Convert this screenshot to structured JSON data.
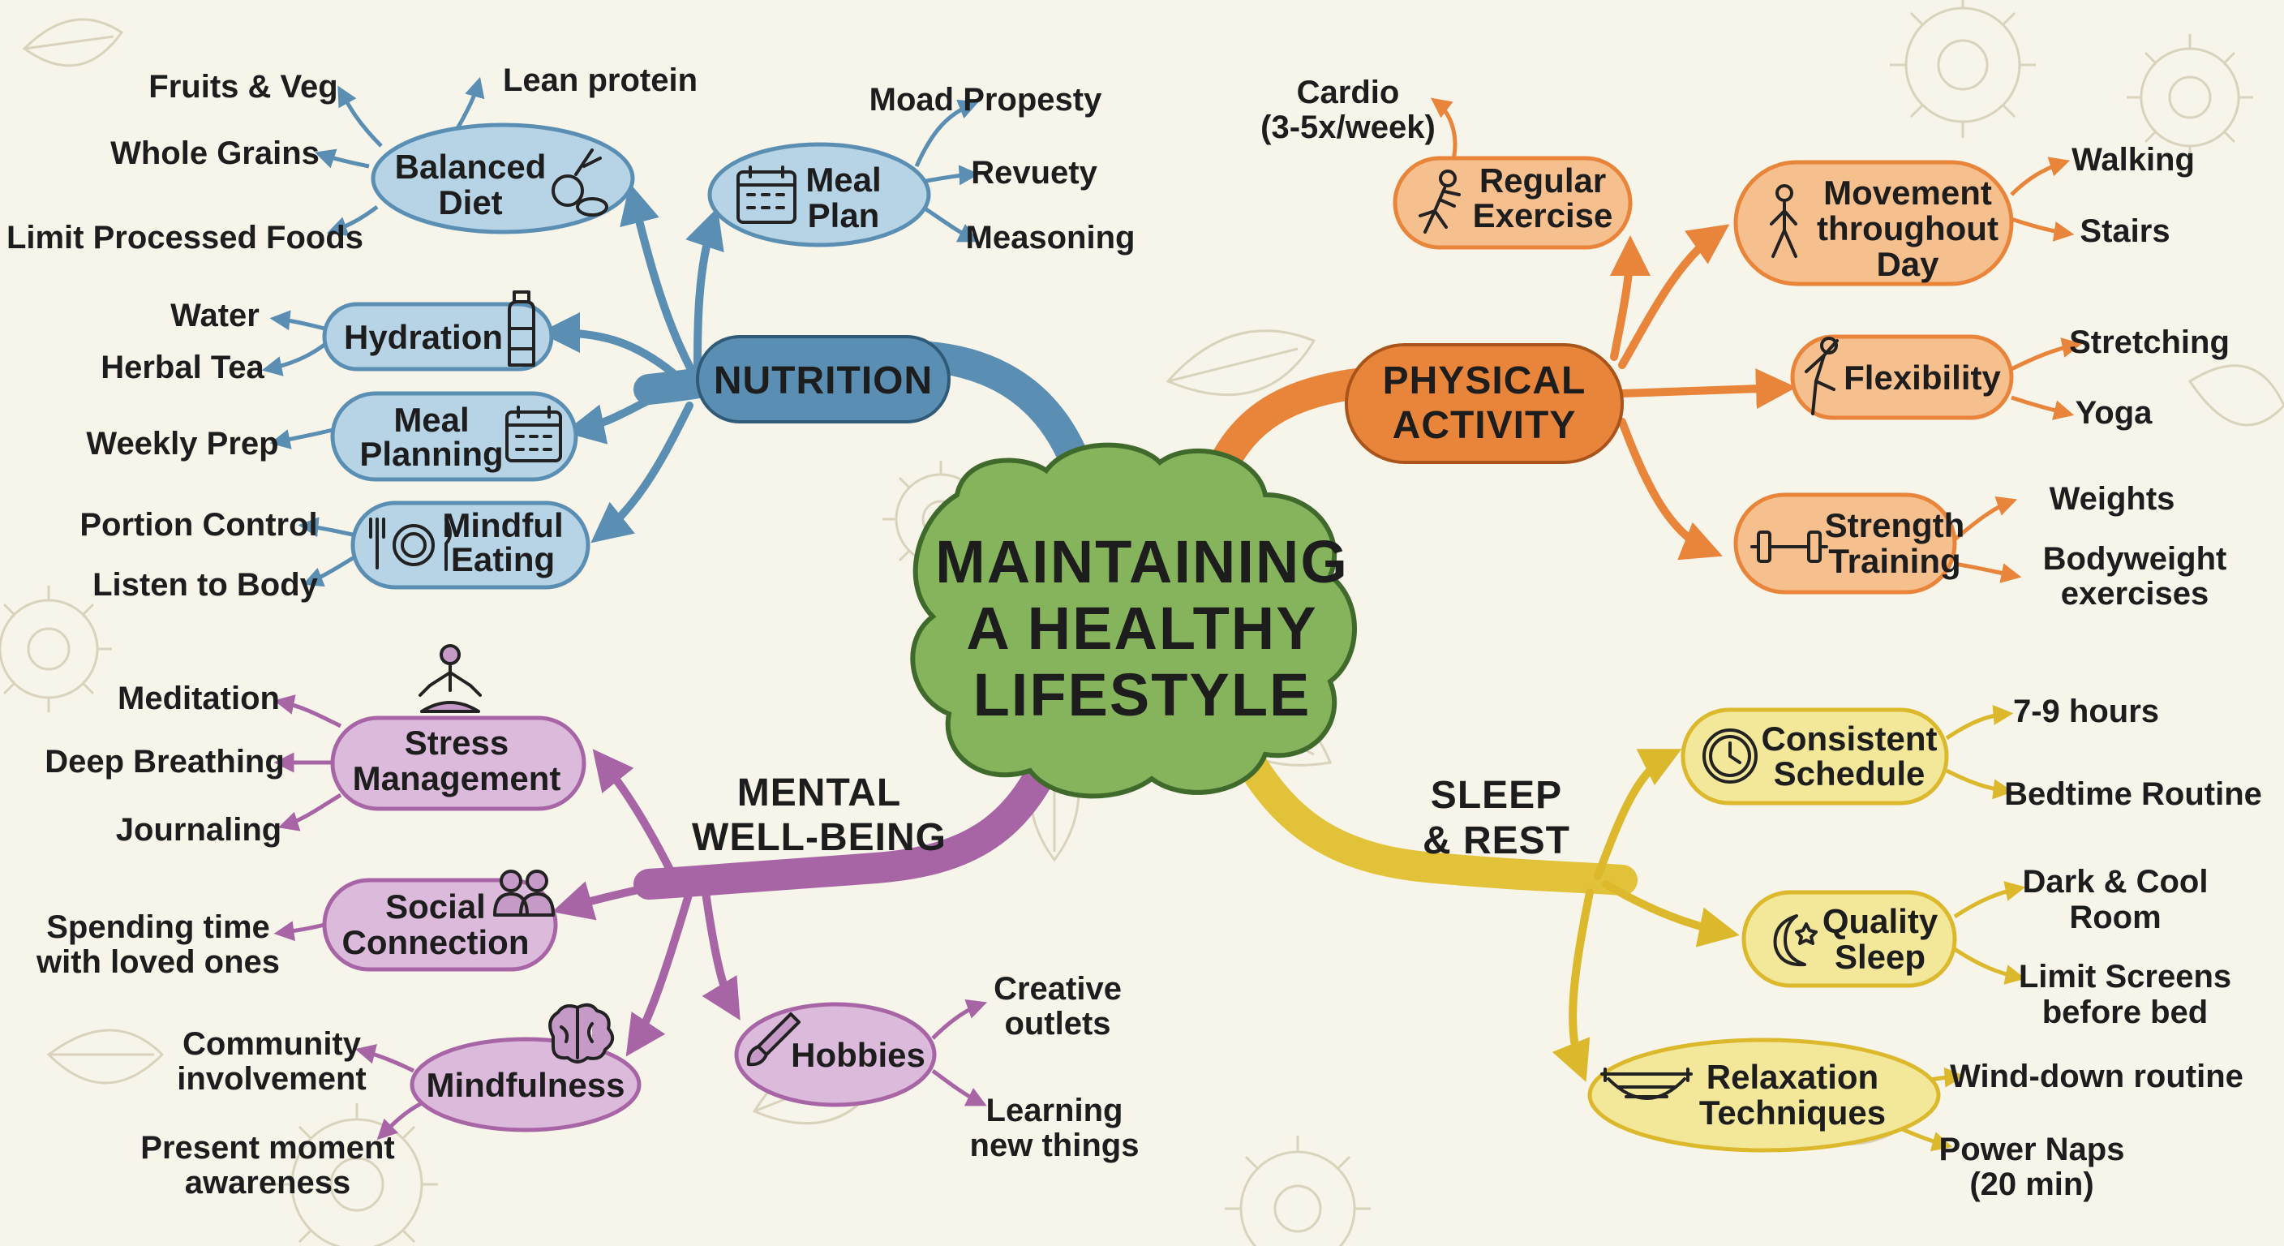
{
  "center": {
    "lines": [
      "MAINTAINING",
      "A HEALTHY",
      "LIFESTYLE"
    ],
    "color": "#86b45c"
  },
  "branches": {
    "nutrition": {
      "label": [
        "NUTRITION"
      ],
      "color": "#5a8fb3",
      "fill": "#b7d3e6",
      "nodes": {
        "balanced_diet": {
          "label": [
            "Balanced",
            "Diet"
          ],
          "icon": "vegetables-icon",
          "leaves": [
            "Fruits & Veg",
            "Lean protein",
            "Whole Grains",
            "Limit Processed Foods"
          ]
        },
        "meal_plan": {
          "label": [
            "Meal",
            "Plan"
          ],
          "icon": "calendar-icon",
          "leaves": [
            "Moad Propesty",
            "Revuety",
            "Measoning"
          ]
        },
        "hydration": {
          "label": [
            "Hydration"
          ],
          "icon": "water-bottle-icon",
          "leaves": [
            "Water",
            "Herbal Tea"
          ]
        },
        "meal_planning": {
          "label": [
            "Meal",
            "Planning"
          ],
          "icon": "calendar-icon",
          "leaves": [
            "Weekly Prep"
          ]
        },
        "mindful_eating": {
          "label": [
            "Mindful",
            "Eating"
          ],
          "icon": "plate-cutlery-icon",
          "leaves": [
            "Portion Control",
            "Listen to Body"
          ]
        }
      }
    },
    "physical": {
      "label": [
        "PHYSICAL",
        "ACTIVITY"
      ],
      "color": "#e8853a",
      "fill": "#f6bf8e",
      "nodes": {
        "regular_exercise": {
          "label": [
            "Regular",
            "Exercise"
          ],
          "icon": "runner-icon",
          "leaves": [
            [
              "Cardio",
              "(3-5x/week)"
            ]
          ]
        },
        "movement": {
          "label": [
            "Movement",
            "throughout",
            "Day"
          ],
          "icon": "walker-icon",
          "leaves": [
            "Walking",
            "Stairs"
          ]
        },
        "flexibility": {
          "label": [
            "Flexibility"
          ],
          "icon": "stretch-icon",
          "leaves": [
            "Stretching",
            "Yoga"
          ]
        },
        "strength": {
          "label": [
            "Strength",
            "Training"
          ],
          "icon": "dumbbell-icon",
          "leaves": [
            "Weights",
            [
              "Bodyweight",
              "exercises"
            ]
          ]
        }
      }
    },
    "mental": {
      "label": [
        "MENTAL",
        "WELL-BEING"
      ],
      "color": "#a765a5",
      "fill": "#dcbadc",
      "nodes": {
        "stress": {
          "label": [
            "Stress",
            "Management"
          ],
          "icon": "meditation-icon",
          "leaves": [
            "Meditation",
            "Deep Breathing",
            "Journaling"
          ]
        },
        "social": {
          "label": [
            "Social",
            "Connection"
          ],
          "icon": "people-icon",
          "leaves": [
            [
              "Spending time",
              "with loved ones"
            ]
          ]
        },
        "mindfulness": {
          "label": [
            "Mindfulness"
          ],
          "icon": "brain-icon",
          "leaves": [
            [
              "Community",
              "involvement"
            ],
            [
              "Present moment",
              "awareness"
            ]
          ]
        },
        "hobbies": {
          "label": [
            "Hobbies"
          ],
          "icon": "paintbrush-icon",
          "leaves": [
            [
              "Creative",
              "outlets"
            ],
            [
              "Learning",
              "new things"
            ]
          ]
        }
      }
    },
    "sleep": {
      "label": [
        "SLEEP",
        "& REST"
      ],
      "color": "#e2c238",
      "fill": "#f3e79a",
      "nodes": {
        "schedule": {
          "label": [
            "Consistent",
            "Schedule"
          ],
          "icon": "clock-icon",
          "leaves": [
            "7-9 hours",
            "Bedtime Routine"
          ]
        },
        "quality": {
          "label": [
            "Quality",
            "Sleep"
          ],
          "icon": "moon-stars-icon",
          "leaves": [
            [
              "Dark & Cool",
              "Room"
            ],
            [
              "Limit Screens",
              "before bed"
            ]
          ]
        },
        "relaxation": {
          "label": [
            "Relaxation",
            "Techniques"
          ],
          "icon": "hammock-icon",
          "leaves": [
            "Wind-down routine",
            [
              "Power Naps",
              "(20 min)"
            ]
          ]
        }
      }
    }
  }
}
